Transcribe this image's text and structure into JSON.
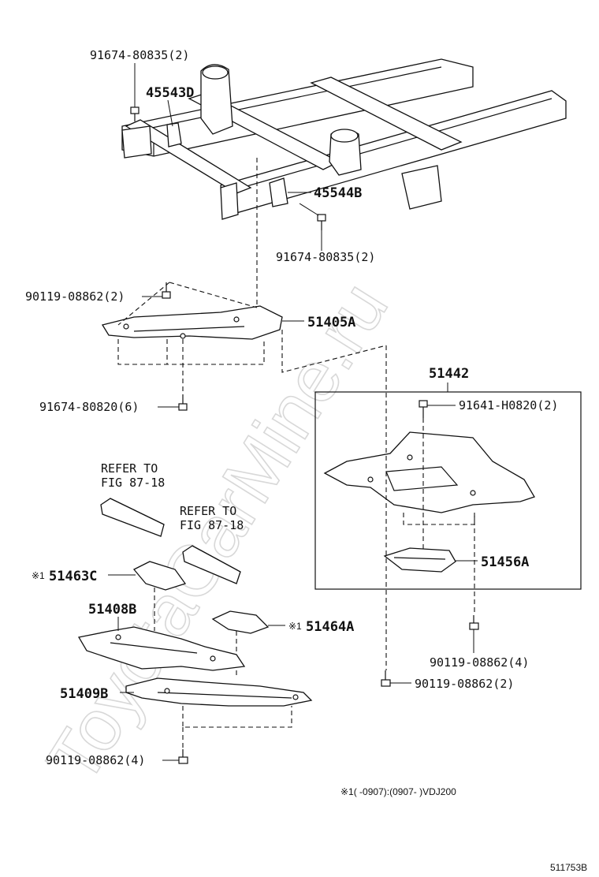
{
  "watermark": "ToyotaCarMine.ru",
  "labels": {
    "bolt_top": "91674-80835(2)",
    "part_45543D": "45543D",
    "part_45544B": "45544B",
    "bolt_mid": "91674-80835(2)",
    "bolt_90119_2a": "90119-08862(2)",
    "part_51405A": "51405A",
    "bolt_91674_80820": "91674-80820(6)",
    "group_51442": "51442",
    "bolt_91641": "91641-H0820(2)",
    "refer1_line1": "REFER TO",
    "refer1_line2": "FIG 87-18",
    "refer2_line1": "REFER TO",
    "refer2_line2": "FIG 87-18",
    "part_51463C": "51463C",
    "note_mark_51463C": "※1",
    "part_51456A": "51456A",
    "part_51408B": "51408B",
    "part_51464A": "51464A",
    "note_mark_51464A": "※1",
    "bolt_90119_4a": "90119-08862(4)",
    "part_51409B": "51409B",
    "bolt_90119_2b": "90119-08862(2)",
    "bolt_90119_4b": "90119-08862(4)",
    "footnote": "※1(        -0907):(0907-        )VDJ200",
    "figure_id": "511753B"
  }
}
